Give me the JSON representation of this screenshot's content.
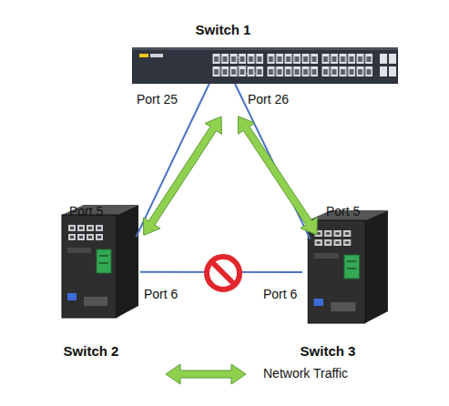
{
  "diagram": {
    "nodes": [
      {
        "text": [
          "Switch 1"
        ]
      },
      {
        "text": [
          "Switch 2"
        ]
      },
      {
        "text": [
          "Switch 3"
        ]
      }
    ],
    "edges": [
      {
        "from": 0,
        "to": 1,
        "arrow": "none"
      },
      {
        "from": 0,
        "to": 2,
        "arrow": "none"
      },
      {
        "from": 1,
        "to": 2,
        "arrow": "none"
      },
      {
        "from": 0,
        "to": 1,
        "arrow": "both"
      },
      {
        "from": 0,
        "to": 2,
        "arrow": "both"
      }
    ],
    "labels": [
      "Port 25",
      "Port 26",
      "Port 5",
      "Port 6",
      "Port 5",
      "Port 6"
    ],
    "legend": [
      {
        "text": "Network Traffic"
      }
    ]
  }
}
